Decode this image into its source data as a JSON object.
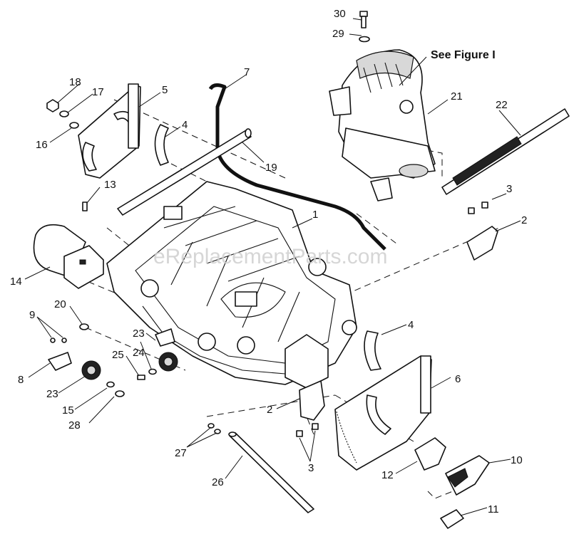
{
  "figure_reference": "See Figure I",
  "watermark": "eReplacementParts.com",
  "callouts": {
    "c1": "1",
    "c2a": "2",
    "c2b": "2",
    "c3a": "3",
    "c3b": "3",
    "c4a": "4",
    "c4b": "4",
    "c5": "5",
    "c6": "6",
    "c7": "7",
    "c8": "8",
    "c9": "9",
    "c10": "10",
    "c11": "11",
    "c12": "12",
    "c13": "13",
    "c14": "14",
    "c15": "15",
    "c16": "16",
    "c17": "17",
    "c18": "18",
    "c19": "19",
    "c20": "20",
    "c21": "21",
    "c22": "22",
    "c23a": "23",
    "c23b": "23",
    "c24": "24",
    "c25": "25",
    "c26": "26",
    "c27": "27",
    "c28": "28",
    "c29": "29",
    "c30": "30"
  }
}
